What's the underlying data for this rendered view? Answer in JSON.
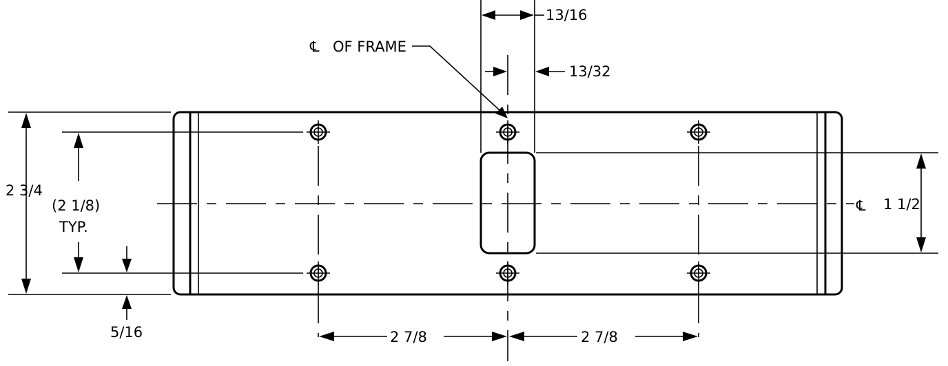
{
  "drawing": {
    "labels": {
      "centerline_of_frame": "OF FRAME",
      "centerline_symbol": "℄",
      "overall_height": "2 3/4",
      "hole_spacing": "(2 1/8)",
      "hole_spacing_note": "TYP.",
      "edge_to_hole": "5/16",
      "slot_height": "1 1/2",
      "slot_width": "13/16",
      "slot_half_width": "13/32",
      "left_hole_pitch": "2 7/8",
      "right_hole_pitch": "2 7/8"
    }
  }
}
